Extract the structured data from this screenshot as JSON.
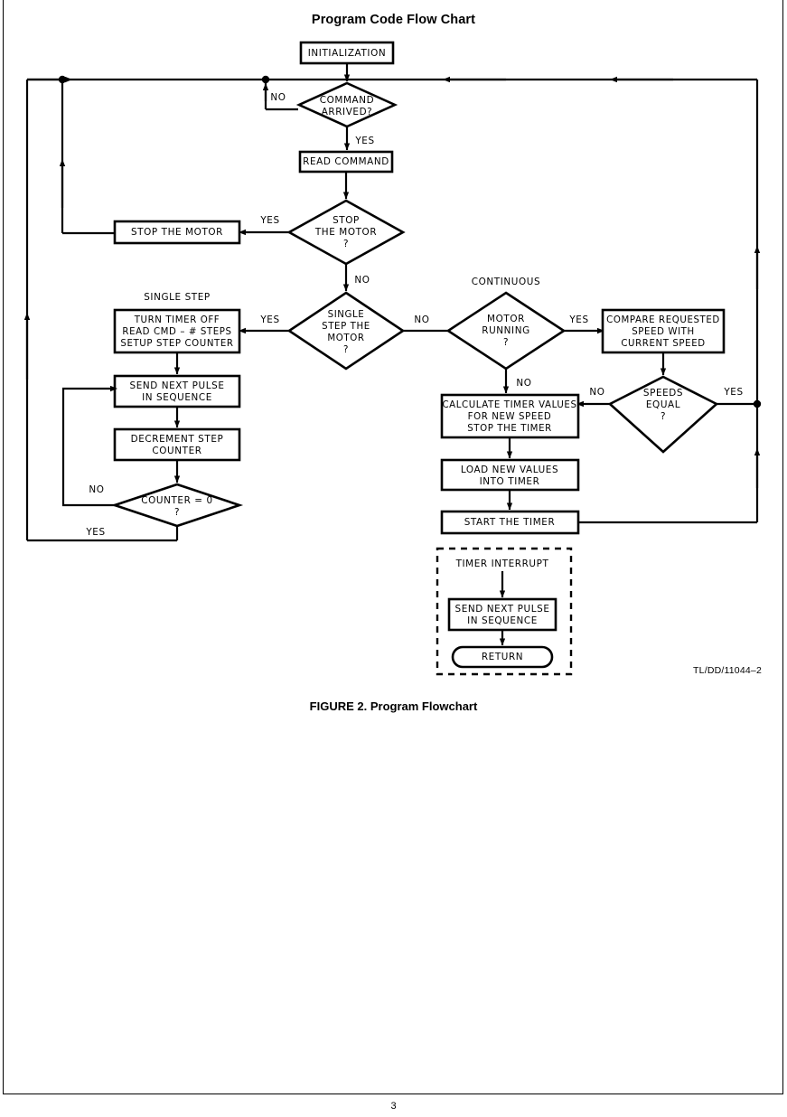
{
  "page": {
    "title": "Program Code Flow Chart",
    "figure_caption": "FIGURE 2. Program Flowchart",
    "doc_id": "TL/DD/11044–2",
    "page_number": "3"
  },
  "chart_data": {
    "type": "diagram",
    "title": "Program Code Flow Chart",
    "nodes": [
      {
        "id": "initialization",
        "shape": "process",
        "text": "INITIALIZATION"
      },
      {
        "id": "command-arrived",
        "shape": "decision",
        "text": "COMMAND ARRIVED?"
      },
      {
        "id": "read-command",
        "shape": "process",
        "text": "READ COMMAND"
      },
      {
        "id": "stop-the-motor-q",
        "shape": "decision",
        "text": "STOP THE MOTOR ?"
      },
      {
        "id": "stop-the-motor",
        "shape": "process",
        "text": "STOP THE MOTOR"
      },
      {
        "id": "single-step-q",
        "shape": "decision",
        "text": "SINGLE STEP THE MOTOR ?"
      },
      {
        "id": "turn-timer-off",
        "shape": "process",
        "text": "TURN TIMER OFF READ CMD – # STEPS SETUP STEP COUNTER"
      },
      {
        "id": "send-next-pulse",
        "shape": "process",
        "text": "SEND NEXT PULSE IN SEQUENCE"
      },
      {
        "id": "decrement-step",
        "shape": "process",
        "text": "DECREMENT STEP COUNTER"
      },
      {
        "id": "counter-zero",
        "shape": "decision",
        "text": "COUNTER = 0 ?"
      },
      {
        "id": "motor-running",
        "shape": "decision",
        "text": "MOTOR RUNNING ?"
      },
      {
        "id": "compare-speed",
        "shape": "process",
        "text": "COMPARE REQUESTED SPEED WITH CURRENT SPEED"
      },
      {
        "id": "speeds-equal",
        "shape": "decision",
        "text": "SPEEDS EQUAL ?"
      },
      {
        "id": "calculate-timer",
        "shape": "process",
        "text": "CALCULATE TIMER VALUES FOR NEW SPEED STOP THE TIMER"
      },
      {
        "id": "load-new-values",
        "shape": "process",
        "text": "LOAD NEW VALUES INTO TIMER"
      },
      {
        "id": "start-the-timer",
        "shape": "process",
        "text": "START THE TIMER"
      },
      {
        "id": "timer-interrupt",
        "shape": "label",
        "text": "TIMER INTERRUPT"
      },
      {
        "id": "isr-send-pulse",
        "shape": "process",
        "text": "SEND NEXT PULSE IN SEQUENCE"
      },
      {
        "id": "return",
        "shape": "terminator",
        "text": "RETURN"
      }
    ],
    "edge_labels": [
      "NO",
      "YES",
      "YES",
      "NO",
      "YES",
      "NO",
      "NO",
      "YES",
      "YES",
      "NO",
      "NO",
      "YES"
    ]
  },
  "flow": {
    "initialization": {
      "text": "INITIALIZATION"
    },
    "command_arrived": {
      "line1": "COMMAND",
      "line2": "ARRIVED?"
    },
    "read_command": {
      "text": "READ COMMAND"
    },
    "stop_motor_q": {
      "line1": "STOP",
      "line2": "THE MOTOR",
      "line3": "?"
    },
    "stop_motor": {
      "text": "STOP THE MOTOR"
    },
    "single_step_q": {
      "line1": "SINGLE",
      "line2": "STEP THE",
      "line3": "MOTOR",
      "line4": "?"
    },
    "single_step_label": {
      "text": "SINGLE STEP"
    },
    "turn_timer_off": {
      "line1": "TURN TIMER OFF",
      "line2": "READ CMD – # STEPS",
      "line3": "SETUP STEP COUNTER"
    },
    "send_next_pulse": {
      "line1": "SEND NEXT PULSE",
      "line2": "IN SEQUENCE"
    },
    "decrement_step": {
      "line1": "DECREMENT STEP",
      "line2": "COUNTER"
    },
    "counter_zero": {
      "line1": "COUNTER = 0",
      "line2": "?"
    },
    "continuous_label": {
      "text": "CONTINUOUS"
    },
    "motor_running": {
      "line1": "MOTOR",
      "line2": "RUNNING",
      "line3": "?"
    },
    "compare_speed": {
      "line1": "COMPARE REQUESTED",
      "line2": "SPEED WITH",
      "line3": "CURRENT SPEED"
    },
    "speeds_equal": {
      "line1": "SPEEDS",
      "line2": "EQUAL",
      "line3": "?"
    },
    "calculate_timer": {
      "line1": "CALCULATE TIMER VALUES",
      "line2": "FOR NEW SPEED",
      "line3": "STOP THE TIMER"
    },
    "load_new_values": {
      "line1": "LOAD NEW VALUES",
      "line2": "INTO TIMER"
    },
    "start_timer": {
      "text": "START THE TIMER"
    },
    "timer_interrupt_label": {
      "text": "TIMER INTERRUPT"
    },
    "isr_send_pulse": {
      "line1": "SEND NEXT PULSE",
      "line2": "IN SEQUENCE"
    },
    "isr_return": {
      "text": "RETURN"
    },
    "labels": {
      "cmd_no": "NO",
      "cmd_yes": "YES",
      "stop_yes": "YES",
      "stop_no": "NO",
      "single_yes": "YES",
      "single_no": "NO",
      "counter_no": "NO",
      "counter_yes": "YES",
      "running_yes": "YES",
      "running_no": "NO",
      "speeds_no": "NO",
      "speeds_yes": "YES"
    }
  }
}
